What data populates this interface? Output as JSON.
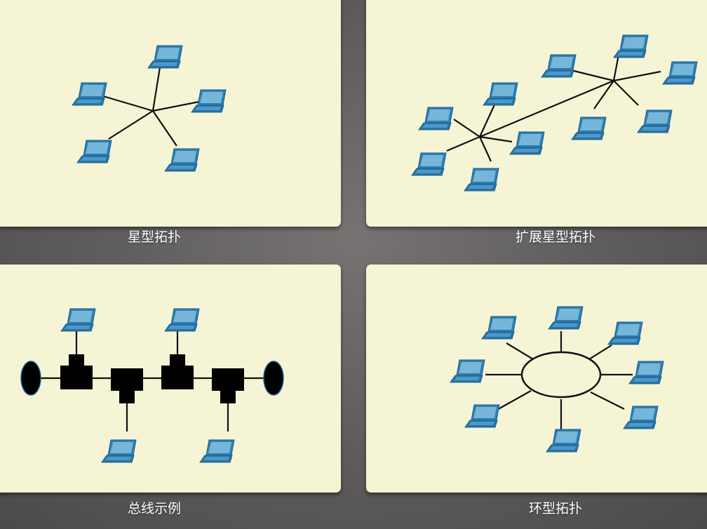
{
  "panels": [
    {
      "id": "star",
      "caption": "星型拓扑"
    },
    {
      "id": "extended-star",
      "caption": "扩展星型拓扑"
    },
    {
      "id": "bus",
      "caption": "总线示例"
    },
    {
      "id": "ring",
      "caption": "环型拓扑"
    }
  ],
  "colors": {
    "panel_background": "#f5f5d6",
    "page_background": "#5c5a5a",
    "laptop_blue": "#2e7fb3",
    "laptop_screen": "#76b6d9",
    "connector_black": "#000000"
  },
  "icons": [
    "laptop-icon",
    "terminator-icon",
    "t-connector-icon"
  ]
}
